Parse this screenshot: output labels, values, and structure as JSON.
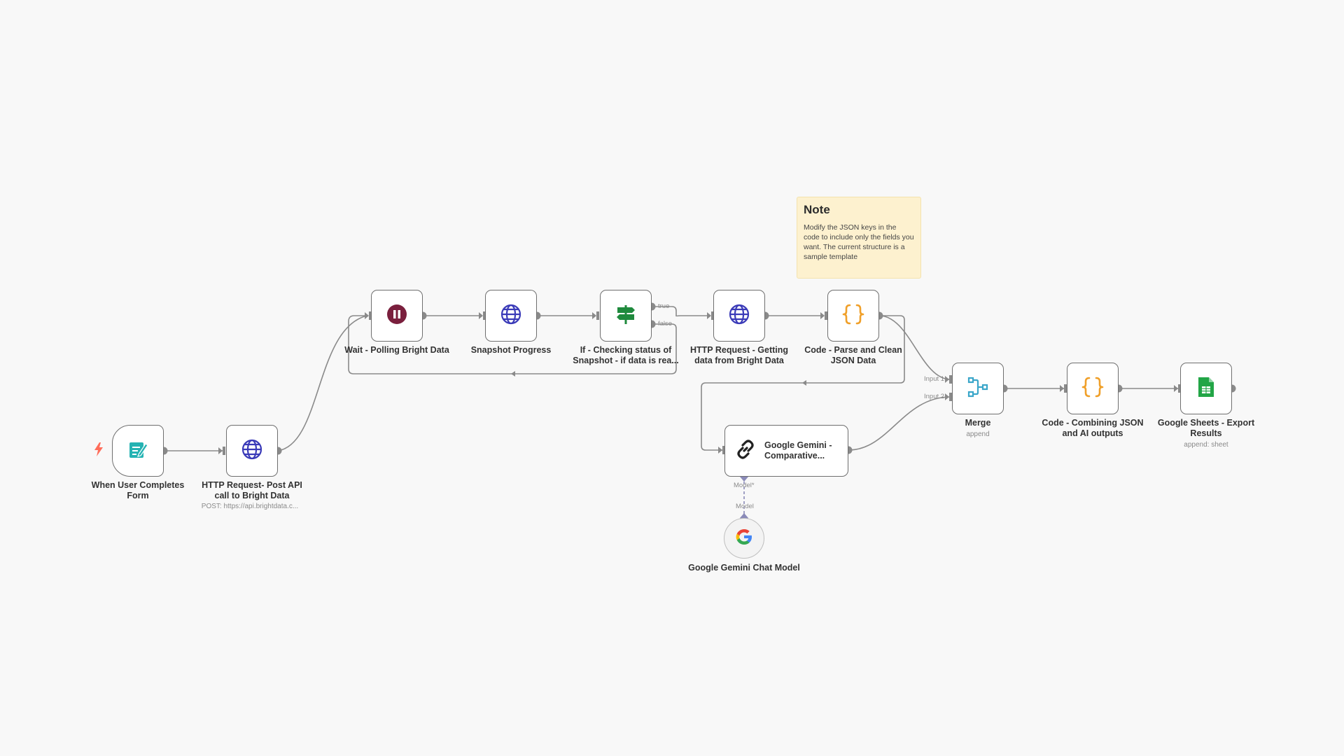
{
  "nodes": {
    "form_trigger": {
      "label": "When User Completes Form"
    },
    "http_post": {
      "label": "HTTP Request- Post API call to Bright Data",
      "sub": "POST: https://api.brightdata.c..."
    },
    "wait": {
      "label": "Wait - Polling Bright Data"
    },
    "snapshot": {
      "label": "Snapshot Progress"
    },
    "if_check": {
      "label": "If - Checking status of Snapshot - if data is rea...",
      "true_tag": "true",
      "false_tag": "false"
    },
    "http_get": {
      "label": "HTTP Request - Getting data from Bright Data"
    },
    "code_parse": {
      "label": "Code - Parse and Clean JSON Data"
    },
    "merge": {
      "label": "Merge",
      "sub": "append",
      "input1": "Input 1",
      "input2": "Input 2"
    },
    "code_combine": {
      "label": "Code - Combining JSON and AI outputs"
    },
    "sheets": {
      "label": "Google Sheets - Export Results",
      "sub": "append: sheet"
    },
    "gemini_chain": {
      "label": "Google Gemini - Comparative...",
      "model_port": "Model*"
    },
    "gemini_model": {
      "label": "Google Gemini Chat Model",
      "model_tag": "Model"
    }
  },
  "note": {
    "title": "Note",
    "body": "Modify the JSON keys in the code to include only the fields you want. The current structure is a sample template"
  },
  "colors": {
    "background": "#f8f8f8",
    "edge": "#8a8a8a",
    "wait_icon": "#7a1f3d",
    "globe_icon": "#3a3ab8",
    "if_icon": "#1f8a3d",
    "code_icon": "#f0a02a",
    "merge_icon": "#3aa6c9",
    "sheets_icon": "#22a546",
    "form_icon": "#25b3b3",
    "trigger_bolt": "#ff6d5a",
    "ai_port": "#8a8ab8"
  }
}
